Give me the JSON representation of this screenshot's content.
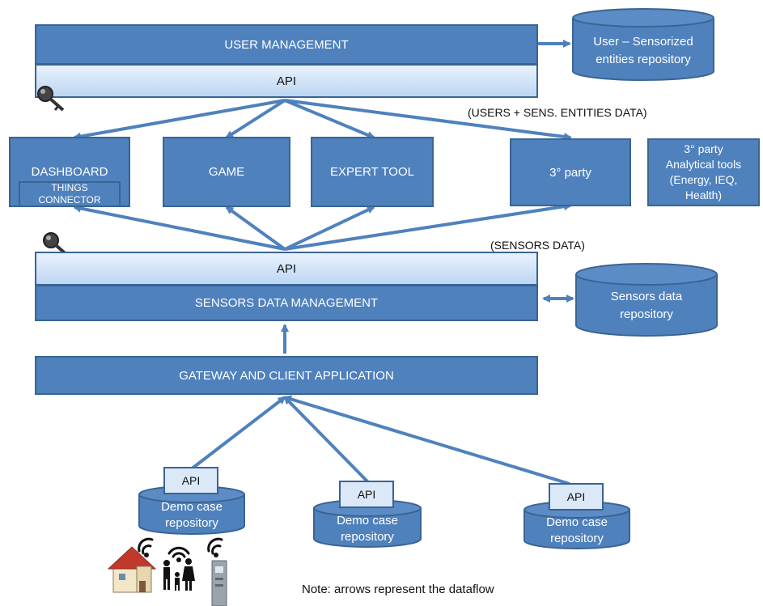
{
  "user_management": {
    "label": "USER MANAGEMENT",
    "api": "API"
  },
  "user_repo": {
    "line1": "User – Sensorized",
    "line2": "entities repository"
  },
  "users_data_note": "(USERS + SENS. ENTITIES DATA)",
  "apps": {
    "dashboard": "DASHBOARD",
    "things_connector_1": "THINGS",
    "things_connector_2": "CONNECTOR",
    "game": "GAME",
    "expert_tool": "EXPERT TOOL",
    "third_party": "3° party",
    "analytical_1": "3° party",
    "analytical_2": "Analytical tools",
    "analytical_3": "(Energy, IEQ,",
    "analytical_4": "Health)"
  },
  "sensors_data_note": "(SENSORS DATA)",
  "sensors_management": {
    "api": "API",
    "label": "SENSORS DATA MANAGEMENT"
  },
  "sensors_repo": {
    "line1": "Sensors data",
    "line2": "repository"
  },
  "gateway": "GATEWAY AND CLIENT APPLICATION",
  "demo_repos": [
    {
      "api": "API",
      "line1": "Demo case",
      "line2": "repository"
    },
    {
      "api": "API",
      "line1": "Demo case",
      "line2": "repository"
    },
    {
      "api": "API",
      "line1": "Demo case",
      "line2": "repository"
    }
  ],
  "note": "Note: arrows represent the  dataflow",
  "colors": {
    "box": "#4f81bd",
    "border": "#3a6493",
    "api_light": "#e9f2fc",
    "api_dark": "#bcd6f2",
    "arrow": "#4f81bd"
  },
  "icons": [
    "key-icon",
    "house-icon",
    "family-icon",
    "meter-icon",
    "wifi-icon"
  ]
}
